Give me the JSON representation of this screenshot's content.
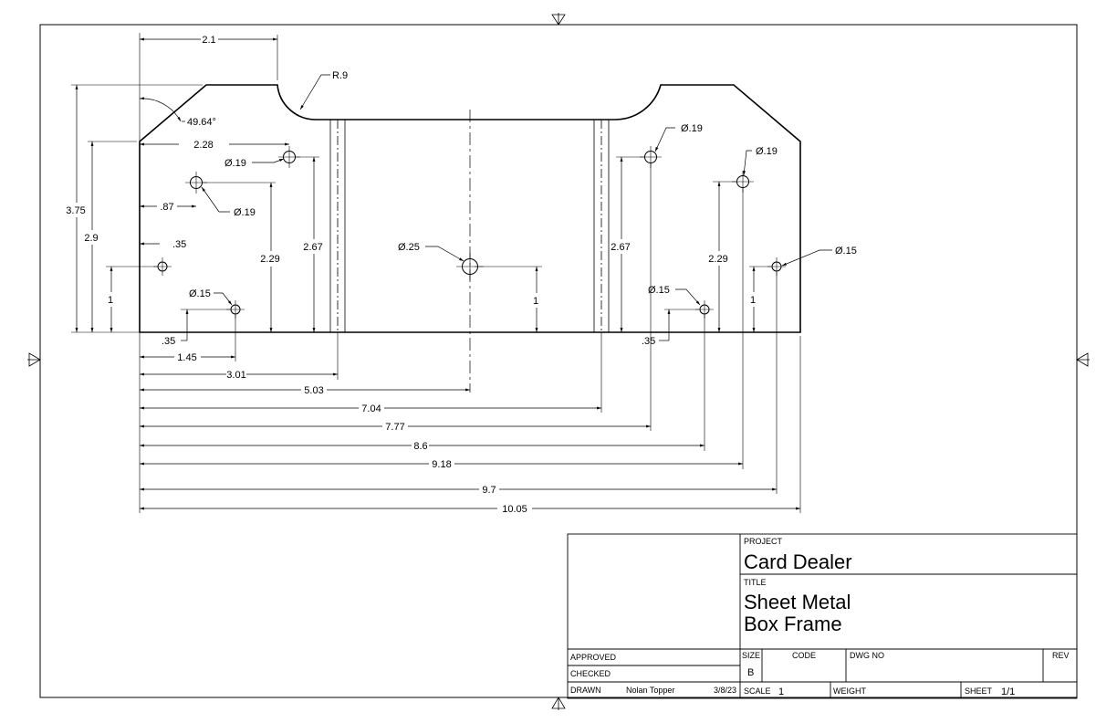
{
  "title_block": {
    "project_label": "PROJECT",
    "project": "Card Dealer",
    "title_label": "TITLE",
    "title_line1": "Sheet Metal",
    "title_line2": "Box Frame",
    "approved_label": "APPROVED",
    "checked_label": "CHECKED",
    "drawn_label": "DRAWN",
    "drawn_by": "Nolan Topper",
    "drawn_date": "3/8/23",
    "size_label": "SIZE",
    "size": "B",
    "code_label": "CODE",
    "dwg_label": "DWG NO",
    "rev_label": "REV",
    "scale_label": "SCALE",
    "scale": "1",
    "weight_label": "WEIGHT",
    "sheet_label": "SHEET",
    "sheet": "1/1"
  },
  "dimensions": {
    "top_width": "2.1",
    "radius": "R.9",
    "angle": "49.64°",
    "total_height": "3.75",
    "side_height": "2.9",
    "hole_a_x": "2.28",
    "hole_a_dia": "Ø.19",
    "hole_b_x": ".87",
    "hole_b_dia": "Ø.19",
    "hole_c_x": ".35",
    "hole_c_y": "1",
    "hole_d_dia": "Ø.15",
    "hole_d_y": ".35",
    "hole_b_y": "2.29",
    "hole_a_y": "2.67",
    "center_dia": "Ø.25",
    "center_y": "1",
    "right_hole_a_dia": "Ø.19",
    "right_hole_b_dia": "Ø.19",
    "right_hole_a_y": "2.67",
    "right_hole_b_y": "2.29",
    "right_hole_c_dia": "Ø.15",
    "right_hole_c_y": "1",
    "right_hole_d_dia": "Ø.15",
    "right_hole_d_y": ".35",
    "ord_1": "1.45",
    "ord_2": "3.01",
    "ord_3": "5.03",
    "ord_4": "7.04",
    "ord_5": "7.77",
    "ord_6": "8.6",
    "ord_7": "9.18",
    "ord_8": "9.7",
    "ord_9": "10.05"
  }
}
